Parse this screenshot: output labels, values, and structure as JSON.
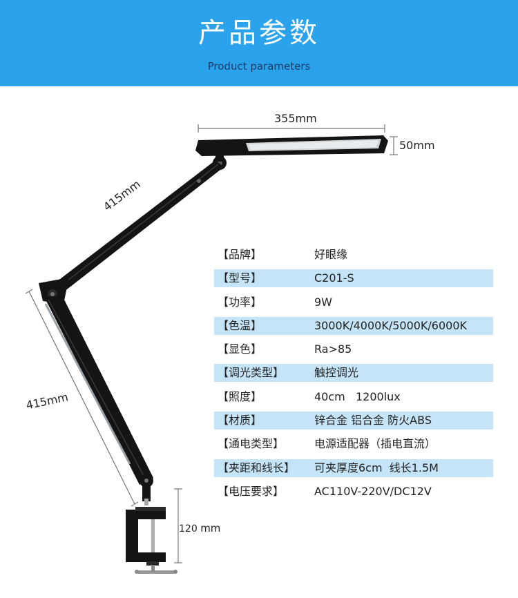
{
  "header": {
    "title": "产品参数",
    "subtitle": "Product parameters"
  },
  "dimensions": {
    "head_length": "355mm",
    "head_thickness": "50mm",
    "upper_arm": "415mm",
    "lower_arm": "415mm",
    "clamp_height": "120",
    "clamp_unit": "mm"
  },
  "specs": [
    {
      "key": "【品牌】",
      "value": "好眼缘"
    },
    {
      "key": "【型号】",
      "value": "C201-S"
    },
    {
      "key": "【功率】",
      "value": "9W"
    },
    {
      "key": "【色温】",
      "value": "3000K/4000K/5000K/6000K"
    },
    {
      "key": "【显色】",
      "value": "Ra>85"
    },
    {
      "key": "【调光类型】",
      "value": "触控调光"
    },
    {
      "key": "【照度】",
      "value": "40cm   1200lux"
    },
    {
      "key": "【材质】",
      "value": "锌合金 铝合金 防火ABS"
    },
    {
      "key": "【通电类型】",
      "value": "电源适配器（插电直流）"
    },
    {
      "key": "【夹距和线长】",
      "value": "可夹厚度6cm  线长1.5M"
    },
    {
      "key": "【电压要求】",
      "value": "AC110V-220V/DC12V"
    }
  ],
  "colors": {
    "header_bg": "#2ba3ec",
    "row_shade": "#c6e4f7",
    "lamp_body": "#141414"
  }
}
